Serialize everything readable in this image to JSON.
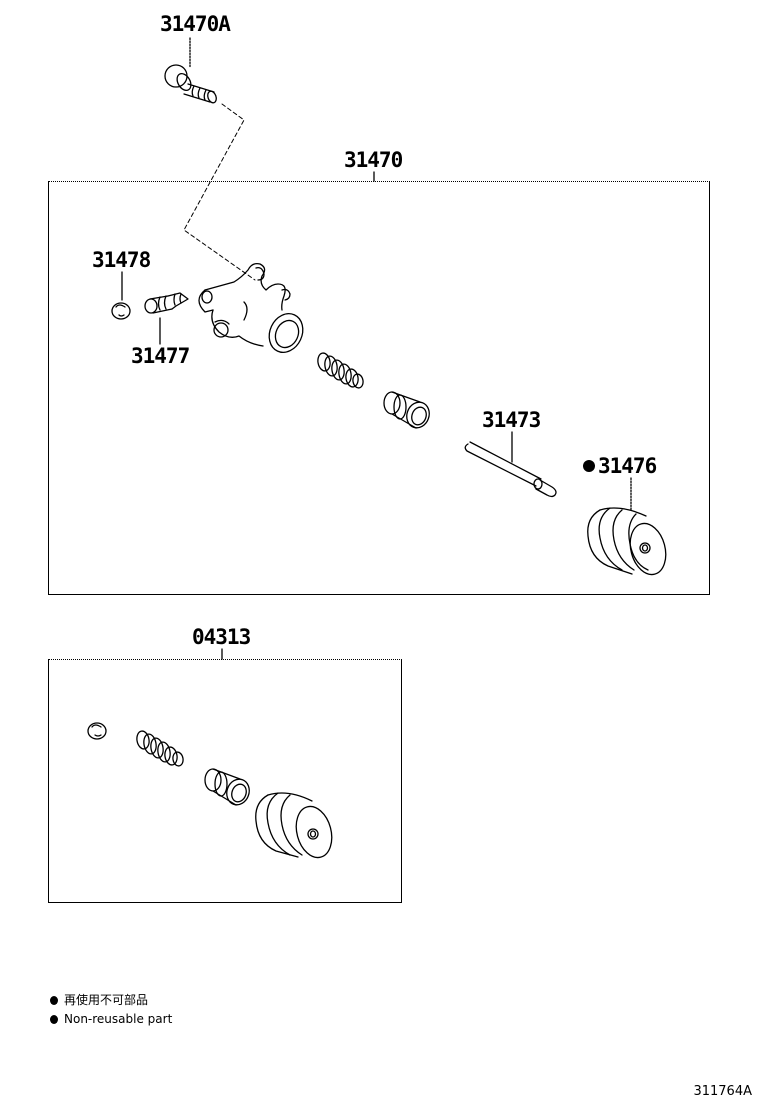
{
  "diagram": {
    "type": "exploded parts diagram",
    "subject": "clutch release cylinder",
    "reference_code": "311764A"
  },
  "parts": [
    {
      "number": "31470A",
      "description": "bolt",
      "non_reusable": false
    },
    {
      "number": "31470",
      "description": "release cylinder assembly (group box)",
      "non_reusable": false
    },
    {
      "number": "31478",
      "description": "bleeder plug cap",
      "non_reusable": false
    },
    {
      "number": "31477",
      "description": "bleeder plug",
      "non_reusable": false
    },
    {
      "number": "31473",
      "description": "push rod",
      "non_reusable": false
    },
    {
      "number": "31476",
      "description": "boot",
      "non_reusable": true
    },
    {
      "number": "04313",
      "description": "cylinder kit (group box)",
      "non_reusable": false
    }
  ],
  "labels": {
    "p31470A": "31470A",
    "p31470": "31470",
    "p31478": "31478",
    "p31477": "31477",
    "p31473": "31473",
    "p31476": "31476",
    "p04313": "04313"
  },
  "legend": {
    "items": [
      {
        "symbol": "filled-dot",
        "text": "再使用不可部品"
      },
      {
        "symbol": "filled-dot",
        "text": "Non-reusable part"
      }
    ]
  }
}
